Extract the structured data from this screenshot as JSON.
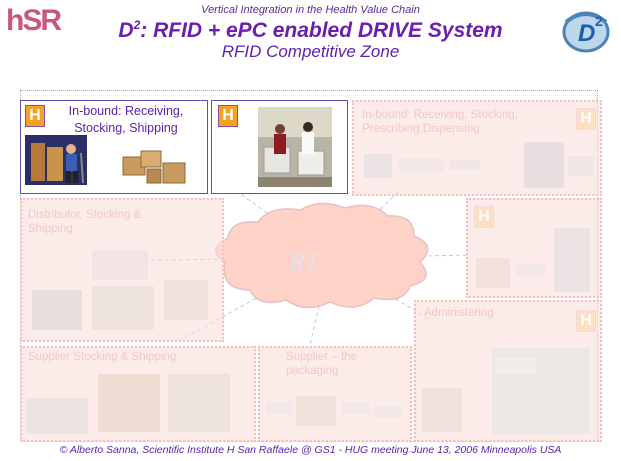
{
  "header": {
    "subtitle_top": "Vertical Integration in the Health Value Chain",
    "title_main": "D",
    "title_sup": "2",
    "title_rest": ": RFID + ePC enabled DRIVE System",
    "zone": "RFID  Competitive Zone",
    "logo_left": "hSR",
    "logo_right": "D",
    "logo_right_sup": "2"
  },
  "panels": {
    "inbound_receiving": "In-bound: Receiving, Stocking, Shipping",
    "inbound_pharmacy": "In-bound: Receiving, Stocking, Prescribing,Dispensing",
    "distributor": "Distributor, Stocking & Shipping",
    "administering": "Administering",
    "supplier_stocking": "Supplier Stocking & Shipping",
    "supplier_packaging": "Supplier – the packaging"
  },
  "badge_letter": "H",
  "cloud": {
    "text": "RT",
    "sup": "3"
  },
  "footer": "© Alberto Sanna, Scientific Institute H San Raffaele @ GS1 - HUG meeting June 13, 2006 Minneapolis USA",
  "colors": {
    "accent": "#6a1fb0",
    "badge": "#f5a123",
    "faded_panel": "#fadcd7",
    "cloud": "#ffd0c8"
  }
}
